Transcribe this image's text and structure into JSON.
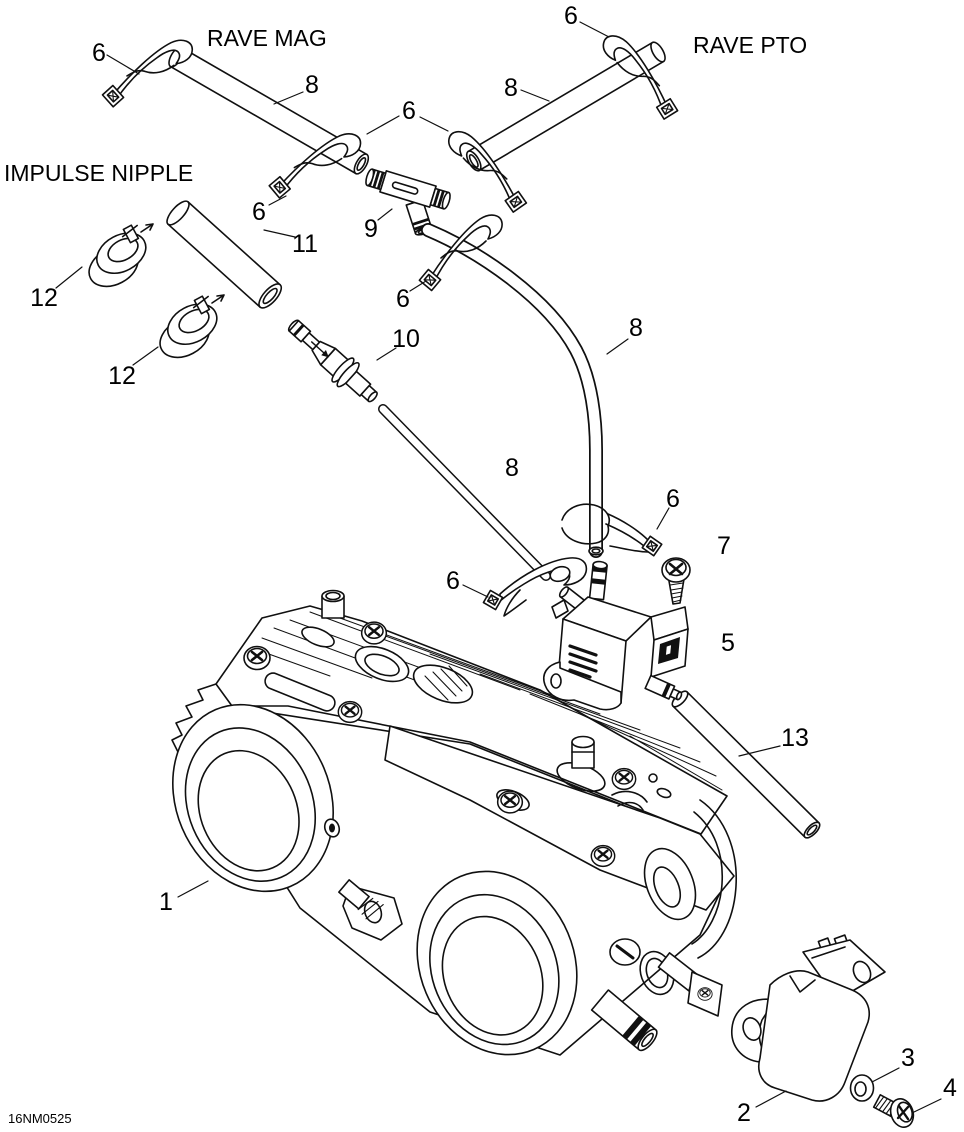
{
  "figure": {
    "code": "16NM0525"
  },
  "section_labels": {
    "rave_mag": "RAVE MAG",
    "rave_pto": "RAVE PTO",
    "impulse_nipple": "IMPULSE NIPPLE"
  },
  "callouts": [
    {
      "text": "1"
    },
    {
      "text": "2"
    },
    {
      "text": "3"
    },
    {
      "text": "4"
    },
    {
      "text": "5"
    },
    {
      "text": "6"
    },
    {
      "text": "6"
    },
    {
      "text": "6"
    },
    {
      "text": "6"
    },
    {
      "text": "6"
    },
    {
      "text": "6"
    },
    {
      "text": "6"
    },
    {
      "text": "7"
    },
    {
      "text": "8"
    },
    {
      "text": "8"
    },
    {
      "text": "8"
    },
    {
      "text": "8"
    },
    {
      "text": "9"
    },
    {
      "text": "10"
    },
    {
      "text": "11"
    },
    {
      "text": "12"
    },
    {
      "text": "12"
    },
    {
      "text": "13"
    }
  ]
}
